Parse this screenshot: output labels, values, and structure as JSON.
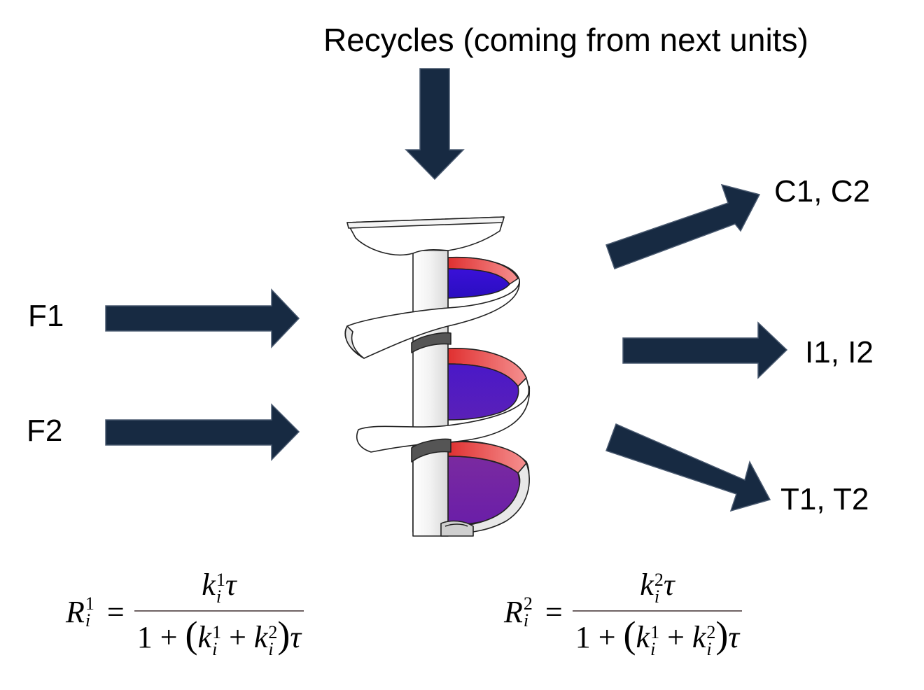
{
  "diagram": {
    "title": "Recycles (coming from next units)",
    "inputs": [
      "F1",
      "F2"
    ],
    "outputs": [
      "C1, C2",
      "I1, I2",
      "T1, T2"
    ],
    "arrow_color": "#172a42",
    "equations": [
      {
        "lhs": "R",
        "sup": "1",
        "sub": "i",
        "numerator_k_sup": "1",
        "numerator_k_sub": "i",
        "tau": "τ",
        "denominator_one": "1",
        "plus": "+",
        "k1_sup": "1",
        "k2_sup": "2",
        "k_sub": "i"
      },
      {
        "lhs": "R",
        "sup": "2",
        "sub": "i",
        "numerator_k_sup": "2",
        "numerator_k_sub": "i",
        "tau": "τ",
        "denominator_one": "1",
        "plus": "+",
        "k1_sup": "1",
        "k2_sup": "2",
        "k_sub": "i"
      }
    ]
  }
}
